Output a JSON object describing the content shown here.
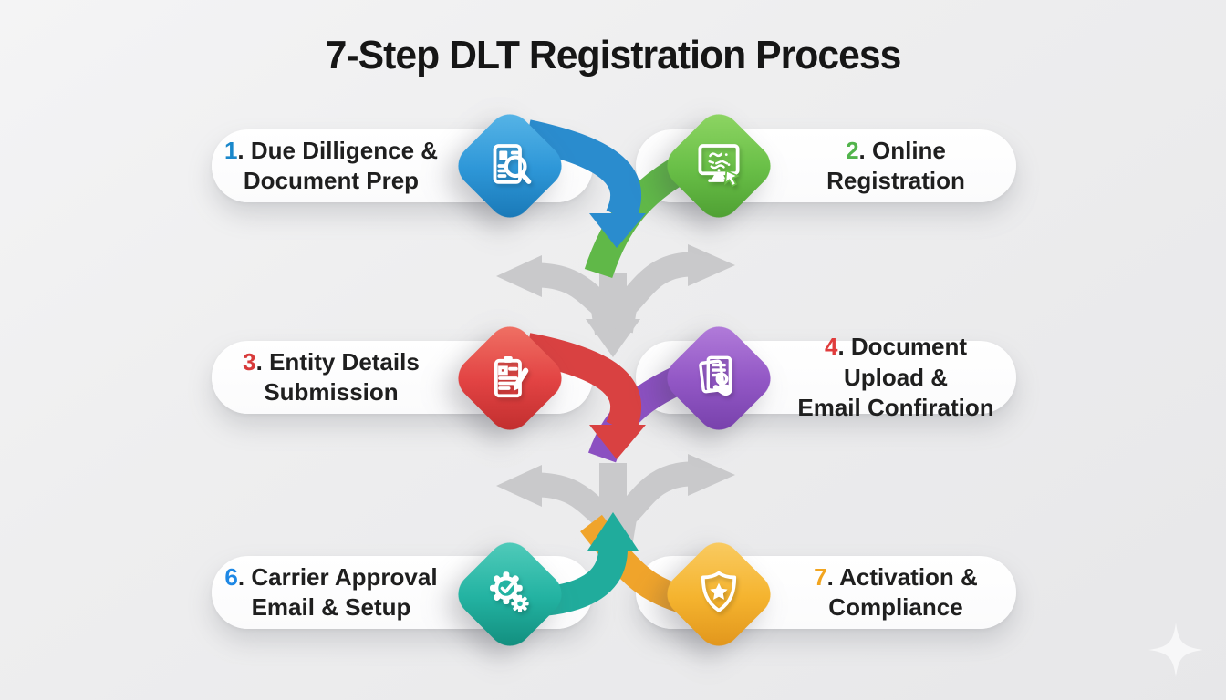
{
  "title": "7-Step DLT Registration Process",
  "number_separator": ". ",
  "steps": [
    {
      "id": "step-1",
      "number": "1",
      "label": "Due Dilligence &\nDocument Prep",
      "number_color": "#1a88cb",
      "icon": "document-search-icon",
      "diamond": {
        "light": "#55b3e6",
        "base": "#2e97d8",
        "dark": "#1877b5"
      }
    },
    {
      "id": "step-2",
      "number": "2",
      "label": "Online\nRegistration",
      "number_color": "#52b44c",
      "icon": "monitor-registration-icon",
      "diamond": {
        "light": "#8cd462",
        "base": "#69bf47",
        "dark": "#4d9e32"
      }
    },
    {
      "id": "step-3",
      "number": "3",
      "label": "Entity Details\nSubmission",
      "number_color": "#d83a3a",
      "icon": "clipboard-pencil-icon",
      "diamond": {
        "light": "#ef6f63",
        "base": "#e24343",
        "dark": "#bf2d2d"
      }
    },
    {
      "id": "step-4",
      "number": "4",
      "label": "Document Upload &\nEmail Confiration",
      "number_color": "#e03c3c",
      "icon": "document-tap-icon",
      "diamond": {
        "light": "#b07ad9",
        "base": "#9257c5",
        "dark": "#7640aa"
      }
    },
    {
      "id": "step-6",
      "number": "6",
      "label": "Carrier Approval\nEmail & Setup",
      "number_color": "#1e88e5",
      "icon": "gear-check-icon",
      "diamond": {
        "light": "#4fcab9",
        "base": "#23b3a2",
        "dark": "#118c7c"
      }
    },
    {
      "id": "step-7",
      "number": "7",
      "label": "Activation &\nCompliance",
      "number_color": "#f2a51f",
      "icon": "shield-star-icon",
      "diamond": {
        "light": "#f9ca60",
        "base": "#f5b42f",
        "dark": "#e0941b"
      }
    }
  ],
  "colors": {
    "background_top": "#f4f4f5",
    "background_bottom": "#e7e7e9",
    "title": "#161616",
    "label": "#1f1f1f",
    "card": "#ffffff",
    "gray_arrow": "#c9c9cb",
    "ribbon_blue": "#2a8cce",
    "ribbon_green": "#60b848",
    "ribbon_red": "#d94141",
    "ribbon_purple": "#8b50c1",
    "ribbon_teal": "#20ac9c",
    "ribbon_yellow": "#f0a42b",
    "icon": "#ffffff",
    "sparkle": "#f7f7f8"
  }
}
